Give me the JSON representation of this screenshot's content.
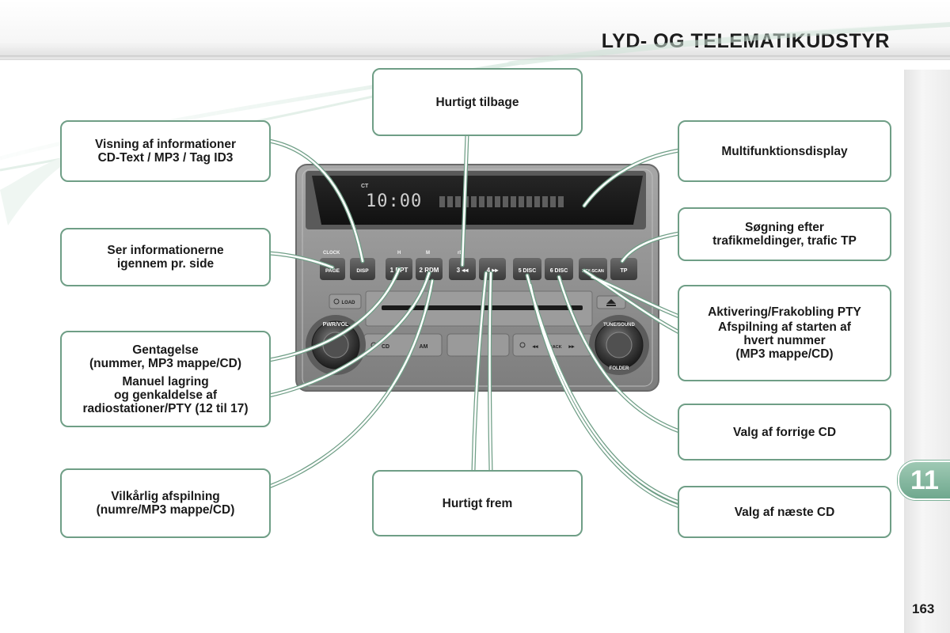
{
  "header": {
    "title": "LYD- OG TELEMATIKUDSTYR",
    "chapter": "11",
    "page_number": "163"
  },
  "radio": {
    "display_indicator": "CT",
    "display_time": "10:00",
    "top_labels": {
      "clock": "CLOCK",
      "hour": "H",
      "minute": "M",
      "rds": "rD"
    },
    "buttons": [
      {
        "id": "page",
        "label": "PAGE"
      },
      {
        "id": "disp",
        "label": "DISP"
      },
      {
        "id": "b1",
        "label": "1 RPT"
      },
      {
        "id": "b2",
        "label": "2 RDM"
      },
      {
        "id": "b3",
        "label": "3 ◂◂"
      },
      {
        "id": "b4",
        "label": "4 ▸▸"
      },
      {
        "id": "b5",
        "label": "5 DISC"
      },
      {
        "id": "b6",
        "label": "6 DISC"
      },
      {
        "id": "pty",
        "label": "PTY-SCAN"
      },
      {
        "id": "tp",
        "label": "TP"
      }
    ],
    "load_label": "LOAD",
    "cd_label": "CD",
    "am_label": "AM",
    "track_label": "TRACK",
    "knob_left_label": "PWR/VOL",
    "knob_right_label_top": "TUNE/SOUND",
    "knob_right_label_bottom": "FOLDER"
  },
  "callouts": {
    "visning": [
      "Visning af informationer",
      "CD-Text / MP3 / Tag ID3"
    ],
    "ser": [
      "Ser informationerne",
      "igennem pr. side"
    ],
    "gentagelse": [
      "Gentagelse",
      "(nummer, MP3 mappe/CD)"
    ],
    "manuel": [
      "Manuel lagring",
      "og genkaldelse af",
      "radiostationer/PTY (12 til 17)"
    ],
    "vilkaarlig": [
      "Vilkårlig afspilning",
      "(numre/MP3 mappe/CD)"
    ],
    "hurtigt_tilbage": "Hurtigt tilbage",
    "hurtigt_frem": "Hurtigt frem",
    "multifunktion": "Multifunktionsdisplay",
    "soegning": [
      "Søgning efter",
      "trafikmeldinger, trafic TP"
    ],
    "aktivering": "Aktivering/Frakobling PTY",
    "afspilning_start": [
      "Afspilning af starten af",
      "hvert nummer",
      "(MP3 mappe/CD)"
    ],
    "forrige_cd": "Valg af forrige CD",
    "naeste_cd": "Valg af næste CD"
  },
  "colors": {
    "callout_border": "#6f9e86",
    "chapter_tab": "#8abba3",
    "radio_body": "#8a8a8a"
  }
}
